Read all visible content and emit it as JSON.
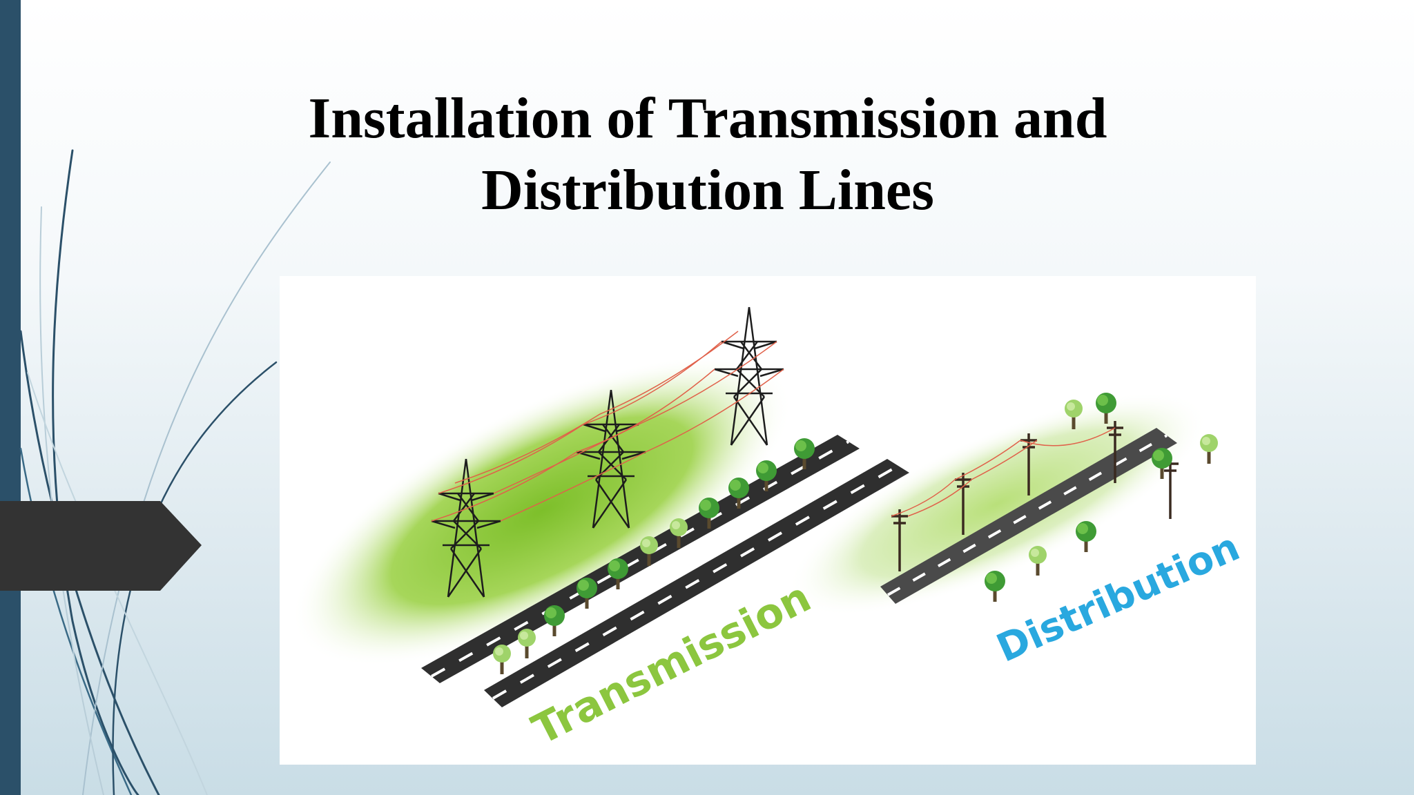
{
  "slide": {
    "title_line1": "Installation of Transmission and",
    "title_line2": "Distribution Lines"
  },
  "illustration": {
    "label_transmission": "Transmission",
    "label_distribution": "Distribution"
  },
  "colors": {
    "left_bar": "#2b5069",
    "pointer": "#333333",
    "transmission_label": "#8cc63f",
    "distribution_label": "#29a8df",
    "road": "#2f2f2f",
    "grass": "#8cc63f",
    "power_line": "#e0614a"
  },
  "icons": [
    "left-accent-bar",
    "pointer-shape",
    "tower-icon",
    "pole-icon",
    "tree-icon"
  ]
}
